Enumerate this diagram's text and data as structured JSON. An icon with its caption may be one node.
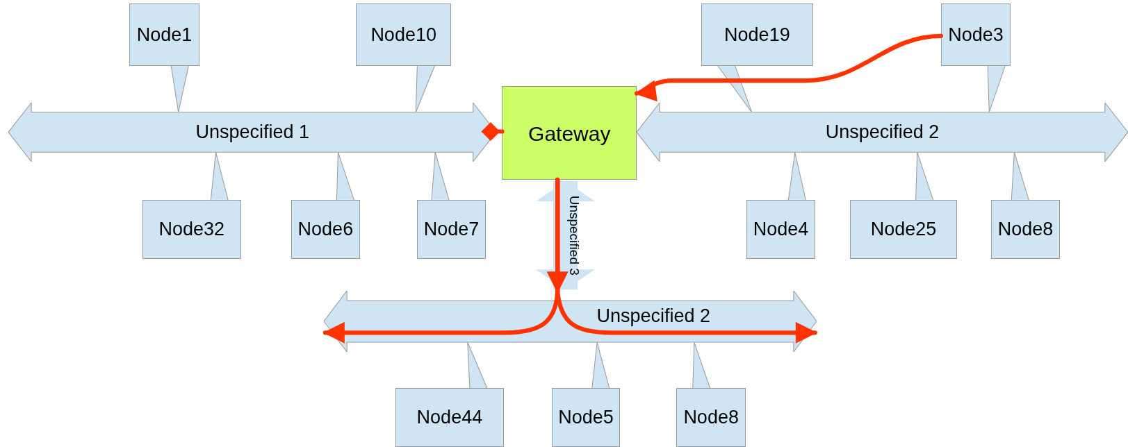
{
  "diagram": {
    "nodes": [
      {
        "text": [
          "Unspecified 1"
        ]
      },
      {
        "text": [
          "Gateway"
        ]
      },
      {
        "text": [
          "Unspecified 2"
        ]
      },
      {
        "text": [
          "Unspecified 2"
        ]
      },
      {
        "text": [
          "Node1"
        ]
      },
      {
        "text": [
          "Node10"
        ]
      },
      {
        "text": [
          "Node19"
        ]
      },
      {
        "text": [
          "Node3"
        ]
      },
      {
        "text": [
          "Node32"
        ]
      },
      {
        "text": [
          "Node6"
        ]
      },
      {
        "text": [
          "Node7"
        ]
      },
      {
        "text": [
          "Node4"
        ]
      },
      {
        "text": [
          "Node25"
        ]
      },
      {
        "text": [
          "Node8"
        ]
      },
      {
        "text": [
          "Node44"
        ]
      },
      {
        "text": [
          "Node5"
        ]
      },
      {
        "text": [
          "Node8"
        ]
      }
    ],
    "edges": [
      {
        "from": 4,
        "to": 0,
        "arrow": "none"
      },
      {
        "from": 5,
        "to": 0,
        "arrow": "none"
      },
      {
        "from": 6,
        "to": 2,
        "arrow": "none"
      },
      {
        "from": 7,
        "to": 2,
        "arrow": "none"
      },
      {
        "from": 8,
        "to": 0,
        "arrow": "none"
      },
      {
        "from": 9,
        "to": 0,
        "arrow": "none"
      },
      {
        "from": 10,
        "to": 0,
        "arrow": "none"
      },
      {
        "from": 11,
        "to": 2,
        "arrow": "none"
      },
      {
        "from": 12,
        "to": 2,
        "arrow": "none"
      },
      {
        "from": 13,
        "to": 2,
        "arrow": "none"
      },
      {
        "from": 14,
        "to": 3,
        "arrow": "none"
      },
      {
        "from": 15,
        "to": 3,
        "arrow": "none"
      },
      {
        "from": 16,
        "to": 3,
        "arrow": "none"
      },
      {
        "from": 7,
        "to": 1,
        "arrow": "to",
        "style": "thick",
        "color": "#ff3300"
      },
      {
        "from": 1,
        "to": 0,
        "arrow": "other",
        "style": "thick",
        "color": "#ff3300"
      },
      {
        "from": 1,
        "to": 3,
        "arrow": "to",
        "style": "thick",
        "color": "#ff3300"
      },
      {
        "from": 1,
        "to": 3,
        "arrow": "to",
        "style": "thick",
        "color": "#ff3300"
      },
      {
        "from": 1,
        "to": 3,
        "arrow": "to",
        "style": "thick",
        "color": "#ff3300"
      },
      {
        "from": 1,
        "to": 3,
        "arrow": "both",
        "label": "Unspecified 3",
        "style": "thick",
        "color": "#cfe5f3"
      }
    ]
  }
}
